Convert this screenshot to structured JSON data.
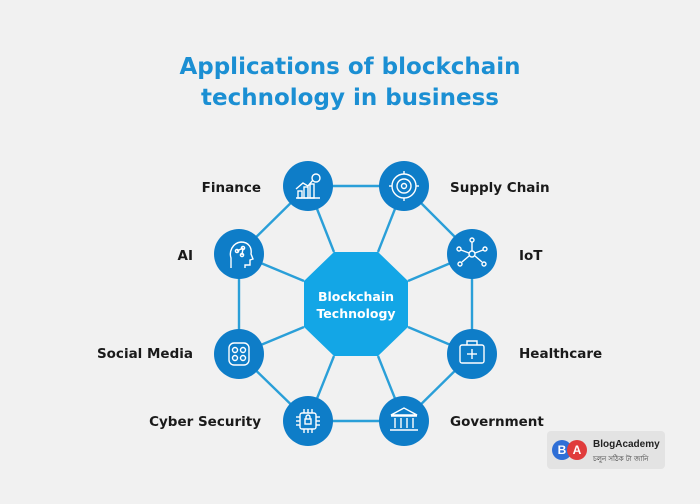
{
  "title": {
    "line1": "Applications of blockchain",
    "line2": "technology in business"
  },
  "center": {
    "line1": "Blockchain",
    "line2": "Technology"
  },
  "nodes": {
    "finance": "Finance",
    "supply_chain": "Supply Chain",
    "ai": "AI",
    "iot": "IoT",
    "social_media": "Social Media",
    "healthcare": "Healthcare",
    "cyber_security": "Cyber Security",
    "government": "Government"
  },
  "logo": {
    "letter_b": "B",
    "letter_a": "A",
    "name": "BlogAcademy",
    "tagline": "চলুন সঠিক টা জানি"
  },
  "colors": {
    "accent": "#1b8fd3",
    "node": "#0e7dc8",
    "line": "#2a9fd8",
    "background": "#f1f1f1"
  }
}
